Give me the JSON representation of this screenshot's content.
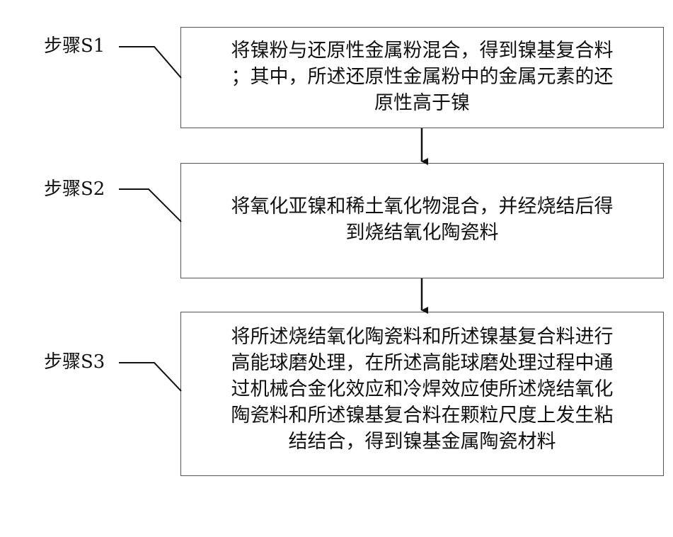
{
  "steps": [
    {
      "label": "步骤S1",
      "text": "将镍粉与还原性金属粉混合，得到镍基复合料\n；其中，所述还原性金属粉中的金属元素的还\n原性高于镍"
    },
    {
      "label": "步骤S2",
      "text": "将氧化亚镍和稀土氧化物混合，并经烧结后得\n到烧结氧化陶瓷料"
    },
    {
      "label": "步骤S3",
      "text": "将所述烧结氧化陶瓷料和所述镍基复合料进行\n高能球磨处理，在所述高能球磨处理过程中通\n过机械合金化效应和冷焊效应使所述烧结氧化\n陶瓷料和所述镍基复合料在颗粒尺度上发生粘\n结结合，得到镍基金属陶瓷材料"
    }
  ]
}
